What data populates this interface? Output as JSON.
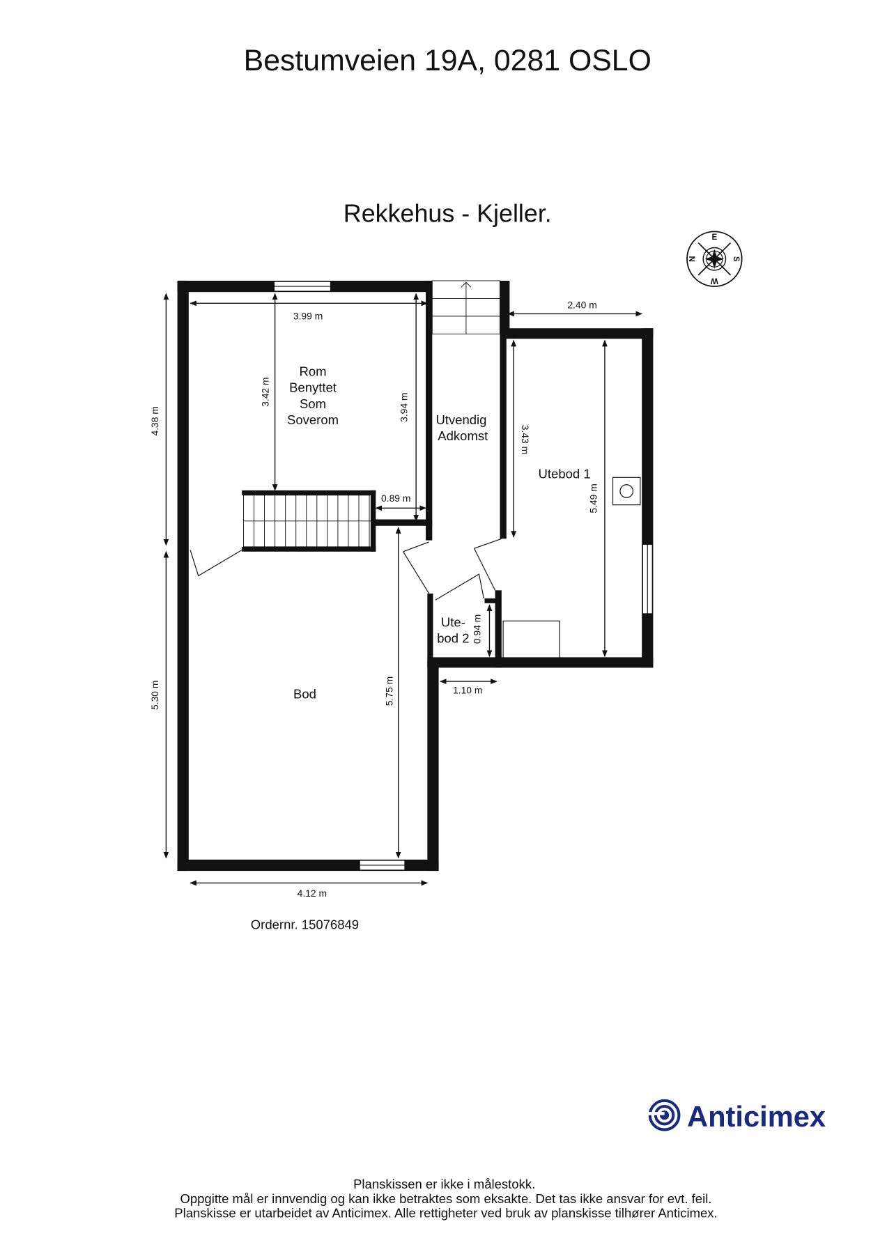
{
  "title": "Bestumveien 19A, 0281 OSLO",
  "subtitle": "Rekkehus  - Kjeller.",
  "compass": {
    "N": "N",
    "E": "E",
    "S": "S",
    "W": "W"
  },
  "rooms": {
    "soverom": [
      "Rom",
      "Benyttet",
      "Som",
      "Soverom"
    ],
    "adkomst": [
      "Utvendig",
      "Adkomst"
    ],
    "utebod1": "Utebod 1",
    "utebod2": [
      "Ute-",
      "bod 2"
    ],
    "bod": "Bod"
  },
  "dimensions": {
    "d399": "3.99 m",
    "d342": "3.42 m",
    "d394": "3.94 m",
    "d089": "0.89 m",
    "d438": "4.38 m",
    "d530": "5.30 m",
    "d575": "5.75 m",
    "d412": "4.12 m",
    "d240": "2.40 m",
    "d343": "3.43 m",
    "d549": "5.49 m",
    "d094": "0.94 m",
    "d110": "1.10 m"
  },
  "order_number": "Ordernr. 15076849",
  "logo": {
    "text": "Anticimex",
    "color": "#1a2a78"
  },
  "footer": [
    "Planskissen er ikke i målestokk.",
    "Oppgitte mål er innvendig og kan ikke betraktes som eksakte. Det tas ikke ansvar for evt. feil.",
    "Planskisse er utarbeidet av Anticimex. Alle rettigheter ved bruk av planskisse tilhører Anticimex."
  ]
}
